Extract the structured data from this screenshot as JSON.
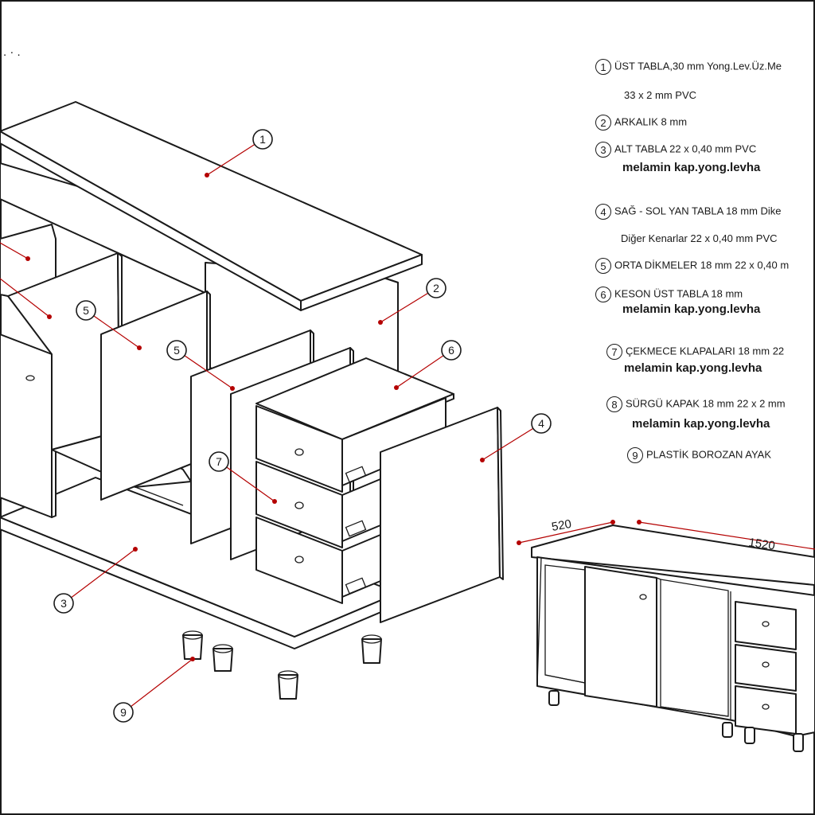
{
  "corner_mark": ". · .",
  "callouts": [
    "1",
    "2",
    "3",
    "4",
    "5",
    "5",
    "6",
    "7",
    "9"
  ],
  "legend": {
    "items": [
      {
        "num": "1",
        "text": "ÜST TABLA,30 mm Yong.Lev.Üz.Me"
      },
      {
        "num": "2",
        "text": "ARKALIK 8 mm"
      },
      {
        "num": "3",
        "text": "ALT TABLA  22 x 0,40 mm PVC"
      },
      {
        "num": "4",
        "text": "SAĞ - SOL YAN TABLA  18 mm Dike"
      },
      {
        "num": "5",
        "text": "ORTA DİKMELER 18 mm 22 x 0,40 m"
      },
      {
        "num": "6",
        "text": "KESON ÜST TABLA 18 mm"
      },
      {
        "num": "7",
        "text": "ÇEKMECE KLAPALARI  18 mm 22"
      },
      {
        "num": "8",
        "text": "SÜRGÜ KAPAK   18 mm 22 x 2 mm"
      },
      {
        "num": "9",
        "text": "PLASTİK BOROZAN AYAK"
      }
    ],
    "sub_lines": [
      "33 x 2 mm PVC",
      "Diğer Kenarlar 22 x 0,40 mm PVC"
    ],
    "material_lines": [
      "melamin kap.yong.levha",
      "melamin kap.yong.levha",
      "melamin kap.yong.levha",
      "melamin kap.yong.levha"
    ]
  },
  "dimensions": {
    "depth": "520",
    "width": "1520"
  },
  "colors": {
    "line": "#1a1a1a",
    "leader": "#b40000",
    "background": "#ffffff"
  }
}
